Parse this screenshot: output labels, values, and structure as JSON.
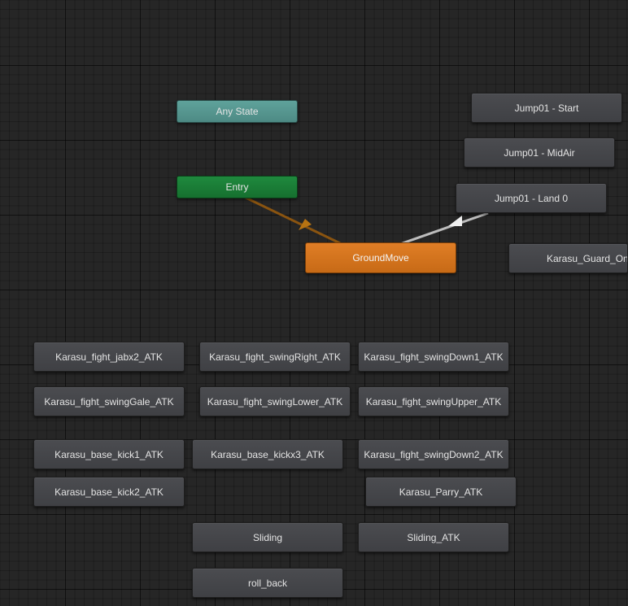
{
  "colors": {
    "background": "#262626",
    "state_fill": "#46474b",
    "any_state_fill": "#56968f",
    "entry_fill": "#1b7d36",
    "default_state_fill": "#d57520",
    "entry_transition": "#8a5410",
    "transition": "#c9c9c9"
  },
  "nodes": {
    "any_state": "Any State",
    "entry": "Entry",
    "ground_move": "GroundMove",
    "jump_start": "Jump01 - Start",
    "jump_midair": "Jump01 - MidAir",
    "jump_land": "Jump01 - Land 0",
    "guard_on": "Karasu_Guard_On",
    "fight_jabx2": "Karasu_fight_jabx2_ATK",
    "fight_swing_right": "Karasu_fight_swingRight_ATK",
    "fight_swing_down1": "Karasu_fight_swingDown1_ATK",
    "fight_swing_gale": "Karasu_fight_swingGale_ATK",
    "fight_swing_lower": "Karasu_fight_swingLower_ATK",
    "fight_swing_upper": "Karasu_fight_swingUpper_ATK",
    "base_kick1": "Karasu_base_kick1_ATK",
    "base_kickx3": "Karasu_base_kickx3_ATK",
    "fight_swing_down2": "Karasu_fight_swingDown2_ATK",
    "base_kick2": "Karasu_base_kick2_ATK",
    "parry": "Karasu_Parry_ATK",
    "sliding": "Sliding",
    "sliding_atk": "Sliding_ATK",
    "roll_back": "roll_back"
  }
}
